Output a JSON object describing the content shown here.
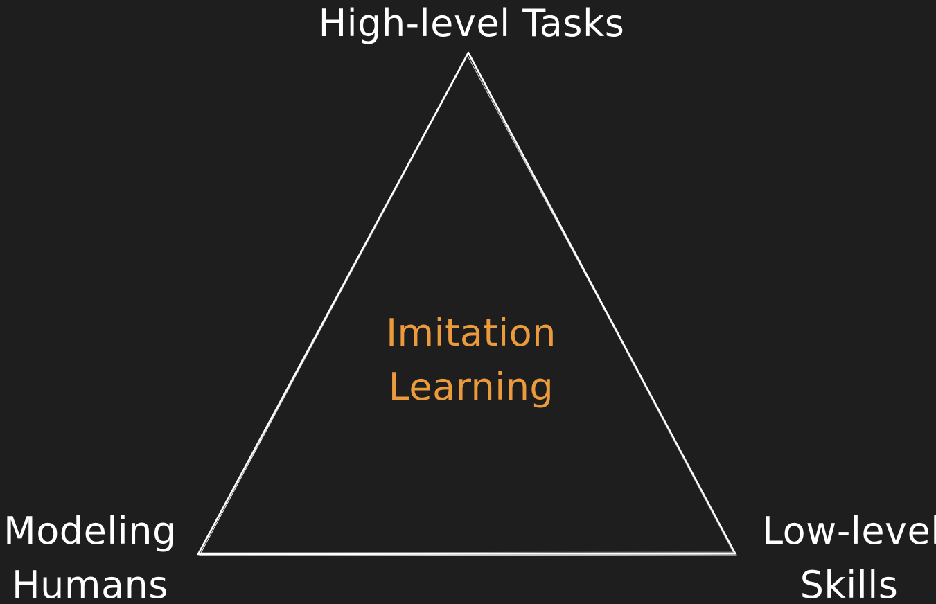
{
  "diagram": {
    "top_vertex": {
      "text": "High-level Tasks"
    },
    "left_vertex": {
      "lines": [
        "Modeling",
        "Humans"
      ]
    },
    "right_vertex": {
      "lines": [
        "Low-level",
        "Skills"
      ]
    },
    "center": {
      "lines": [
        "Imitation",
        "Learning"
      ],
      "color": "#eb9a3c"
    }
  },
  "colors": {
    "background": "#1e1e1e",
    "text": "#ffffff",
    "stroke": "#ffffff",
    "accent": "#eb9a3c"
  }
}
